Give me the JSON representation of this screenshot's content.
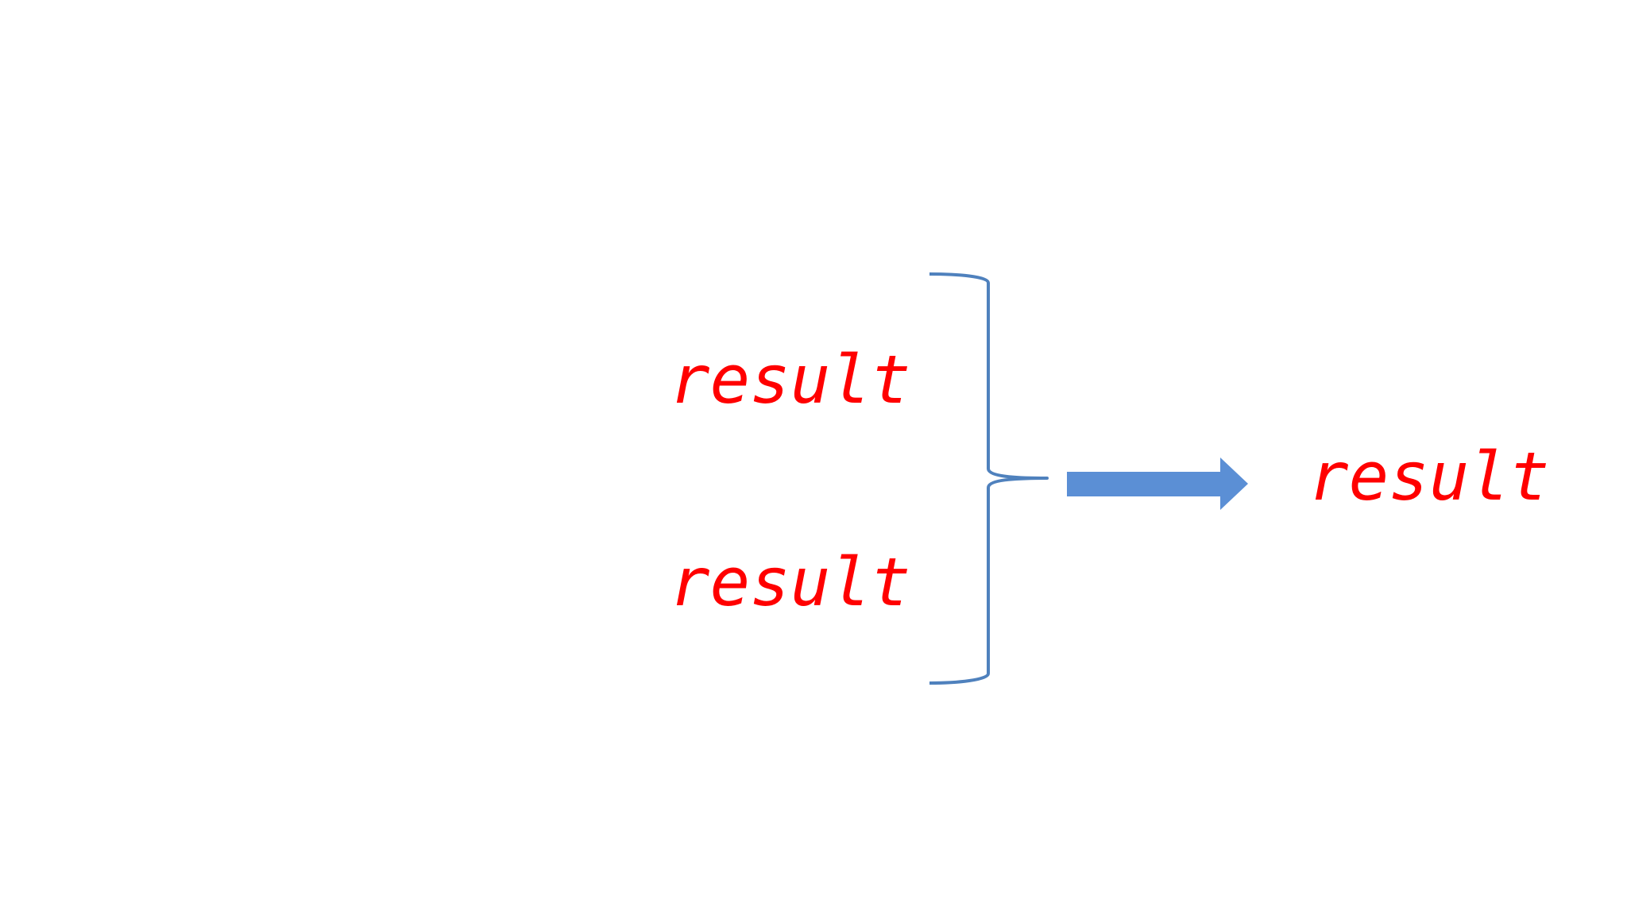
{
  "diagram": {
    "inputs": [
      {
        "label": "result"
      },
      {
        "label": "result"
      }
    ],
    "output": {
      "label": "result"
    },
    "colors": {
      "text": "#ff0000",
      "brace": "#4f81bd",
      "arrow": "#5b8fd5",
      "background": "#ffffff"
    },
    "icons": [
      "right-brace-icon",
      "right-arrow-icon"
    ]
  }
}
